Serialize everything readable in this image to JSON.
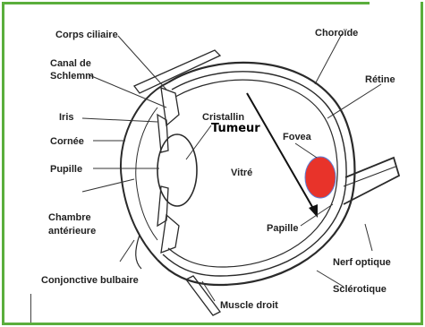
{
  "diagram": {
    "labels": {
      "corps_ciliaire": "Corps ciliaire",
      "canal_de_schlemm_line1": "Canal de",
      "canal_de_schlemm_line2": "Schlemm",
      "iris": "Iris",
      "cornee": "Cornée",
      "pupille": "Pupille",
      "chambre_anterieure_line1": "Chambre",
      "chambre_anterieure_line2": "antérieure",
      "conjonctive_bulbaire": "Conjonctive bulbaire",
      "muscle_droit": "Muscle droit",
      "sclerotique": "Sclérotique",
      "nerf_optique": "Nerf optique",
      "papille": "Papille",
      "vitre": "Vitré",
      "cristallin": "Cristallin",
      "tumeur": "Tumeur",
      "fovea": "Fovea",
      "choroide": "Choroïde",
      "retine": "Rétine"
    },
    "colors": {
      "frame_border": "#5aae3c",
      "tumor_fill": "#e8332a",
      "tumor_outline": "#5b7fd6",
      "line_art": "#2a2a2a"
    }
  }
}
